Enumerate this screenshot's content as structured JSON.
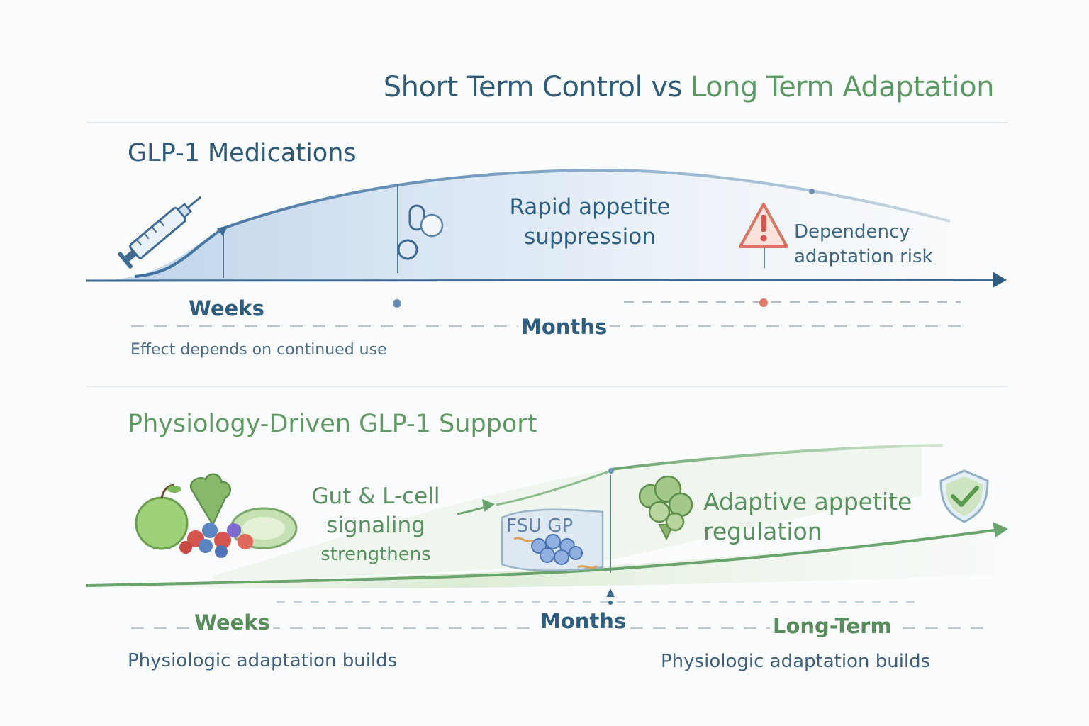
{
  "title": {
    "part1": "Short Term Control vs",
    "part2": "Long Term Adaptation"
  },
  "medications": {
    "heading": "GLP-1 Medications",
    "effect_label": [
      "Rapid appetite",
      "suppression"
    ],
    "risk_label": [
      "Dependency",
      "adaptation risk"
    ],
    "time_weeks": "Weeks",
    "time_months": "Months",
    "note": "Effect depends on continued use"
  },
  "physiology": {
    "heading": "Physiology-Driven GLP-1 Support",
    "gut_label": [
      "Gut & L-cell",
      "signaling",
      "strengthens"
    ],
    "adaptive_label": [
      "Adaptive appetite",
      "regulation"
    ],
    "time_weeks": "Weeks",
    "time_months": "Months",
    "time_longterm": "Long-Term",
    "note_left": "Physiologic adaptation builds",
    "note_right": "Physiologic adaptation builds",
    "blurred_text": "FSU GP"
  },
  "colors": {
    "blue_primary": "#3f6e9a",
    "green_primary": "#6aa56e",
    "warning": "#d9534f"
  },
  "icons": [
    "syringe-icon",
    "pill-icon",
    "warning-icon",
    "produce-icon",
    "gut-cell-icon",
    "broccoli-icon",
    "shield-check-icon"
  ]
}
